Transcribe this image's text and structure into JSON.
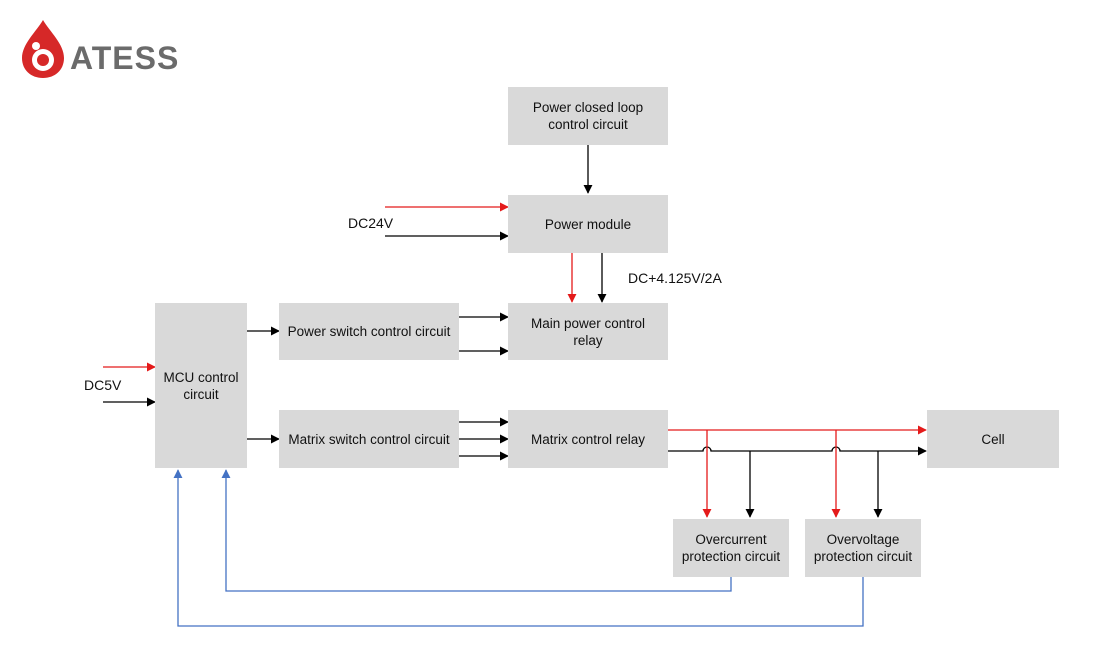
{
  "logo": {
    "text": "ATESS",
    "accent_color": "#d62828",
    "text_color": "#6b6b6b"
  },
  "blocks": {
    "power_closed_loop": "Power closed loop\ncontrol circuit",
    "power_module": "Power module",
    "mcu": "MCU control\ncircuit",
    "power_switch": "Power switch control circuit",
    "main_relay": "Main power control\nrelay",
    "matrix_switch": "Matrix switch control circuit",
    "matrix_relay": "Matrix control relay",
    "cell": "Cell",
    "overcurrent": "Overcurrent\nprotection circuit",
    "overvoltage": "Overvoltage\nprotection circuit"
  },
  "labels": {
    "dc24v": "DC24V",
    "dc_output": "DC+4.125V/2A",
    "dc5v": "DC5V"
  },
  "colors": {
    "block_fill": "#d9d9d9",
    "positive": "#e41a1a",
    "negative": "#000000",
    "feedback": "#4472c4"
  }
}
